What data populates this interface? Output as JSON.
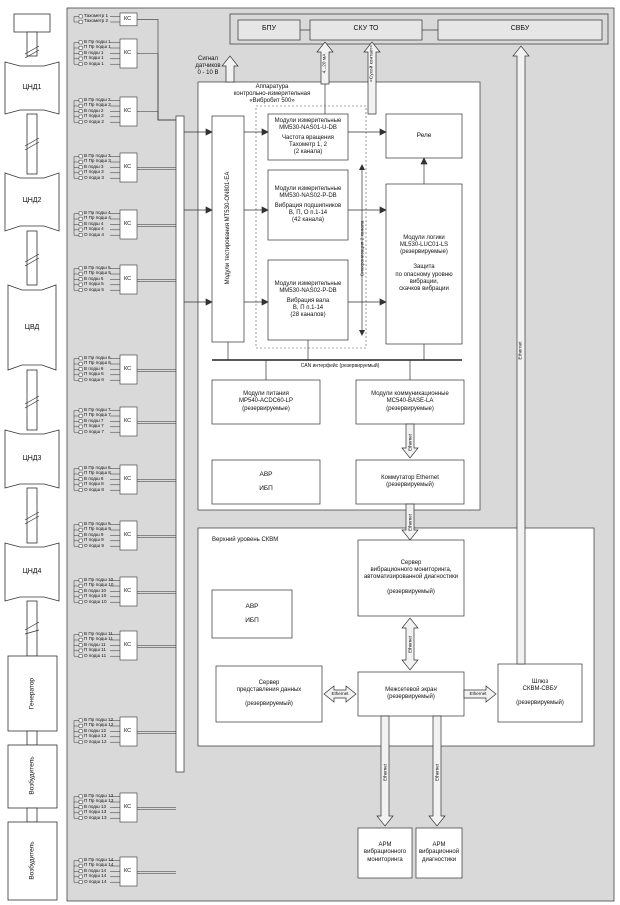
{
  "top": {
    "bpu": "БПУ",
    "sku": "СКУ ТО",
    "svbu": "СВБУ"
  },
  "links": {
    "ma": "4...20 мА",
    "dry": "«Сухой контакт»",
    "ethernet": "Ethernet",
    "sync": "Синхронизация 2 канала",
    "can": "CAN интерфейс (резервируемый)"
  },
  "signal": {
    "l1": "Сигнал",
    "l2": "датчиков",
    "l3": "0 - 10 В"
  },
  "apparatus": {
    "l1": "Аппаратура",
    "l2": "контрольно-измерительная",
    "l3": "«Вибробит 500»"
  },
  "machines": {
    "lpc1": "ЦНД1",
    "lpc2": "ЦНД2",
    "hpc": "ЦВД",
    "lpc3": "ЦНД3",
    "lpc4": "ЦНД4",
    "gen": "Генератор",
    "exc1": "Возбудитель",
    "exc2": "Возбудитель"
  },
  "test_module": "Модули тестирования МТ530-ON801-EA",
  "modules": {
    "nas01": {
      "l1": "Модули измерительные",
      "l2": "ММ530-NAS01-U-DB",
      "l3": "Частота вращения",
      "l4": "Тахометр 1, 2",
      "l5": "(2 канала)"
    },
    "nas02a": {
      "l1": "Модули измерительные",
      "l2": "ММ530-NAS02-P-DB",
      "l3": "Вибрация подшипников",
      "l4": "В, П, О п.1-14",
      "l5": "(42 канала)"
    },
    "nas02b": {
      "l1": "Модули измерительные",
      "l2": "ММ530-NAS02-P-DB",
      "l3": "Вибрация вала",
      "l4": "В, П п.1-14",
      "l5": "(28 каналов)"
    },
    "relay": "Реле",
    "logic": {
      "l1": "Модули логики",
      "l2": "ML530-LUC01-LS",
      "l3": "(резервируемые)",
      "l4": "Защита",
      "l5": "по опасному уровню",
      "l6": "вибрации,",
      "l7": "скачков вибрации"
    },
    "power": {
      "l1": "Модули питания",
      "l2": "МР540-ACDC60-LP",
      "l3": "(резервируемые)"
    },
    "comm": {
      "l1": "Модули коммуникационные",
      "l2": "МС540-BASE-LA",
      "l3": "(резервируемые)"
    },
    "avr1": {
      "l1": "АВР",
      "l2": "ИБП"
    },
    "switch": {
      "l1": "Коммутатор Ethernet",
      "l2": "(резервируемый)"
    }
  },
  "upper": {
    "title": "Верхний уровень СКВМ",
    "server": {
      "l1": "Сервер",
      "l2": "вибрационного мониторинга,",
      "l3": "автоматизированной диагностики",
      "l4": "(резервируемый)"
    },
    "avr2": {
      "l1": "АВР",
      "l2": "ИБП"
    },
    "pres": {
      "l1": "Сервер",
      "l2": "представления данных",
      "l3": "(резервируемый)"
    },
    "fw": {
      "l1": "Межсетевой экран",
      "l2": "(резервируемый)"
    },
    "gw": {
      "l1": "Шлюз",
      "l2": "СКВМ-СВБУ",
      "l3": "(резервируемый)"
    },
    "arm1": {
      "l1": "АРМ",
      "l2": "вибрационного",
      "l3": "мониторинга"
    },
    "arm2": {
      "l1": "АРМ",
      "l2": "вибрационной",
      "l3": "диагностики"
    }
  },
  "ks_label": "КС",
  "sensor_groups": [
    [
      "Тахометр 1",
      "Тахометр 2"
    ],
    [
      "В Пр подш 1",
      "П Пр подш 1",
      "В подш 1",
      "П подш 1",
      "О подш 1"
    ],
    [
      "В Пр подш 2",
      "П Пр подш 2",
      "В подш 2",
      "П подш 2",
      "О подш 2"
    ],
    [
      "В Пр подш 3",
      "П Пр подш 3",
      "В подш 3",
      "П подш 3",
      "О подш 3"
    ],
    [
      "В Пр подш 4",
      "П Пр подш 4",
      "В подш 4",
      "П подш 4",
      "О подш 4"
    ],
    [
      "В Пр подш 5",
      "П Пр подш 5",
      "В подш 5",
      "П подш 5",
      "О подш 5"
    ],
    [
      "В Пр подш 6",
      "П Пр подш 6",
      "В подш 6",
      "П подш 6",
      "О подш 6"
    ],
    [
      "В Пр подш 7",
      "П Пр подш 7",
      "В подш 7",
      "П подш 7",
      "О подш 7"
    ],
    [
      "В Пр подш 8",
      "П Пр подш 8",
      "В подш 8",
      "П подш 8",
      "О подш 8"
    ],
    [
      "В Пр подш 9",
      "П Пр подш 9",
      "В подш 9",
      "П подш 9",
      "О подш 9"
    ],
    [
      "В Пр подш 10",
      "П Пр подш 10",
      "В подш 10",
      "П подш 10",
      "О подш 10"
    ],
    [
      "В Пр подш 11",
      "П Пр подш 11",
      "В подш 11",
      "П подш 11",
      "О подш 11"
    ],
    [
      "В Пр подш 12",
      "П Пр подш 12",
      "В подш 12",
      "П подш 12",
      "О подш 12"
    ],
    [
      "В Пр подш 13",
      "П Пр подш 13",
      "В подш 13",
      "П подш 13",
      "О подш 13"
    ],
    [
      "В Пр подш 14",
      "П Пр подш 14",
      "В подш 14",
      "П подш 14",
      "О подш 14"
    ]
  ],
  "colors": {
    "panel": "#d9d9d9",
    "box": "#ffffff",
    "line": "#222222",
    "arrow": "#e8e8e8"
  }
}
